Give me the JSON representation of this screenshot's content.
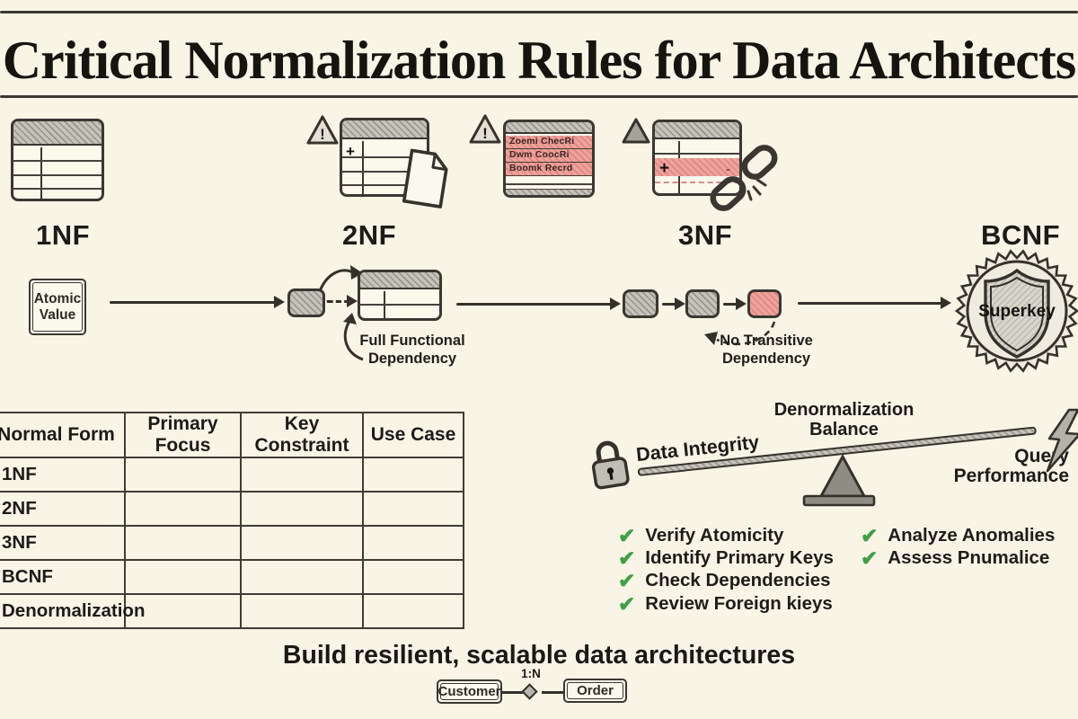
{
  "title": "Critical Normalization Rules for Data Architects",
  "glyphs": {
    "plus": "+",
    "minus": "-",
    "warning_mark": "!",
    "check": "✔"
  },
  "stages": {
    "nf1_label": "1NF",
    "nf2_label": "2NF",
    "nf3_label": "3NF",
    "bcnf_label": "BCNF",
    "red_table_rows": [
      "Zoemi ChecRi",
      "Dwm CoocRi",
      "Boomk Recrd"
    ]
  },
  "flow": {
    "atomic_line1": "Atomic",
    "atomic_line2": "Value",
    "full_functional_line1": "Full Functional",
    "full_functional_line2": "Dependency",
    "no_transitive_line1": "No Transitive",
    "no_transitive_line2": "Dependency",
    "superkey_label": "Superkey"
  },
  "table": {
    "headers": [
      "Normal Form",
      "Primary Focus",
      "Key Constraint",
      "Use Case"
    ],
    "rows": [
      "1NF",
      "2NF",
      "3NF",
      "BCNF",
      "Denormalization"
    ]
  },
  "balance": {
    "title_line1": "Denormalization",
    "title_line2": "Balance",
    "left_label": "Data Integrity",
    "right_line1": "Query",
    "right_line2": "Performance"
  },
  "checklist": {
    "left": [
      "Verify Atomicity",
      "Identify Primary Keys",
      "Check Dependencies",
      "Review Foreign kieys"
    ],
    "right": [
      "Analyze Anomalies",
      "Assess Pnumalice"
    ]
  },
  "footer": {
    "tagline": "Build resilient, scalable data architectures",
    "er_left": "Customer",
    "er_relation": "1:N",
    "er_right": "Order"
  },
  "colors": {
    "paper": "#f8f4e6",
    "ink": "#2e2b26",
    "red_fill": "#efa29c",
    "green_check": "#3fa046",
    "gray_fill": "#c6c3ba"
  }
}
